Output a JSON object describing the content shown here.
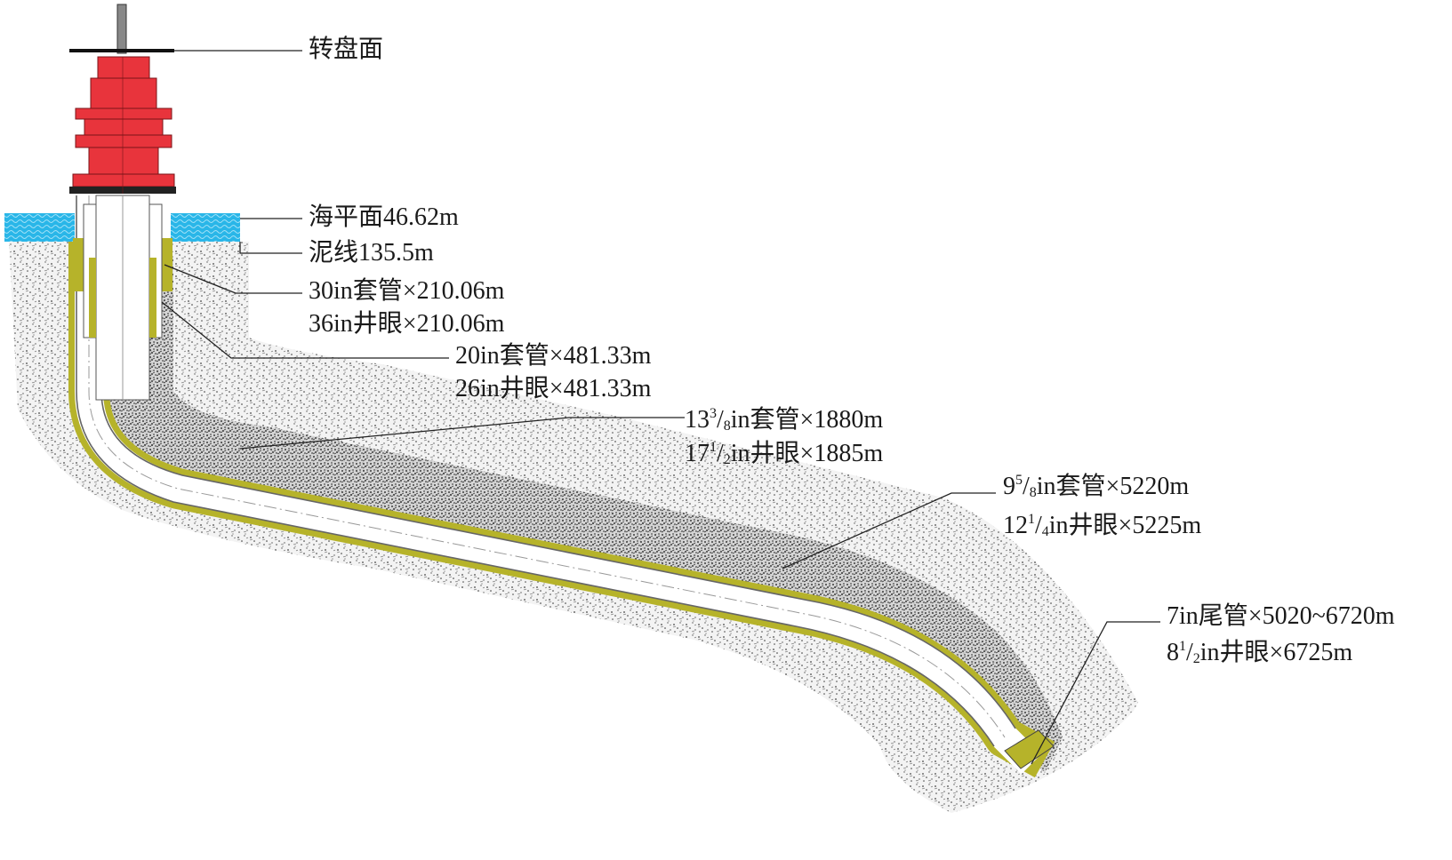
{
  "colors": {
    "sea": "#29b6e8",
    "rock_speckle": "#3a3a3a",
    "cement": "#b6b32a",
    "pipe_edge": "#555555",
    "wellhead_red": "#e8343c",
    "wellhead_dark": "#7a1418"
  },
  "labels": {
    "rotary": "转盘面",
    "sea_level": "海平面46.62m",
    "mudline": "泥线135.5m",
    "csg30": "30in套管×210.06m",
    "hole36": "36in井眼×210.06m",
    "csg20": "20in套管×481.33m",
    "hole26": "26in井眼×481.33m",
    "csg1338": {
      "whole": "13",
      "sup": "3",
      "sub": "8",
      "rest": "in套管×1880m"
    },
    "hole1712": {
      "whole": "17",
      "sup": "1",
      "sub": "2",
      "rest": "in井眼×1885m"
    },
    "csg958": {
      "whole": "9",
      "sup": "5",
      "sub": "8",
      "rest": "in套管×5220m"
    },
    "hole1214": {
      "whole": "12",
      "sup": "1",
      "sub": "4",
      "rest": "in井眼×5225m"
    },
    "liner7": "7in尾管×5020~6720m",
    "hole812": {
      "whole": "8",
      "sup": "1",
      "sub": "2",
      "rest": "in井眼×6725m"
    }
  }
}
